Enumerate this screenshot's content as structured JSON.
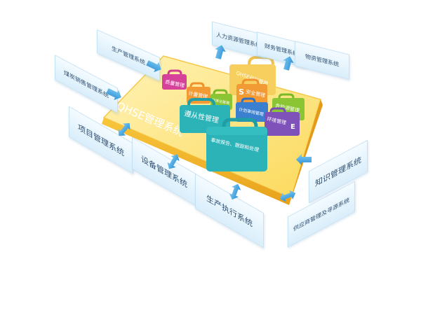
{
  "platform": {
    "title": "QHSE管理系统"
  },
  "bags": {
    "qhse_goal": "QHSE目标管理",
    "quality": "质量管理",
    "plan": "计量管理",
    "standard": "标准化管理",
    "safety": "安全管理",
    "plan_review": "计划审阅管理",
    "hazard": "危险源管理",
    "environment": "环境管理",
    "compliance": "遵从性管理",
    "incident": "事故报告、跟踪和处理",
    "safety_letter": "S",
    "env_letter": "E"
  },
  "systems": {
    "hr": "人力资源管理系统",
    "finance": "财务管理系统",
    "materials": "物资管理系统",
    "production_mgmt": "生产管理系统",
    "coal_sales": "煤炭销售管理系统",
    "project": "项目管理系统",
    "equipment": "设备管理系统",
    "mes": "生产执行系统",
    "knowledge": "知识管理系统",
    "supplier": "供应商管理及寻源系统"
  },
  "colors": {
    "platform_top": "#fde78a",
    "platform_edge": "#f5b92e",
    "panel_bg": "#dcefff",
    "panel_text": "#2f4f70",
    "arrow": "#2c8fd3",
    "bag_teal": "#2bb3b8",
    "bag_yellow": "#f3c24a",
    "bag_purple": "#7a4fb5",
    "bag_magenta": "#d23c8f",
    "bag_green": "#7ab928",
    "bag_orange": "#f0922b",
    "bag_blue": "#2f72c4"
  }
}
